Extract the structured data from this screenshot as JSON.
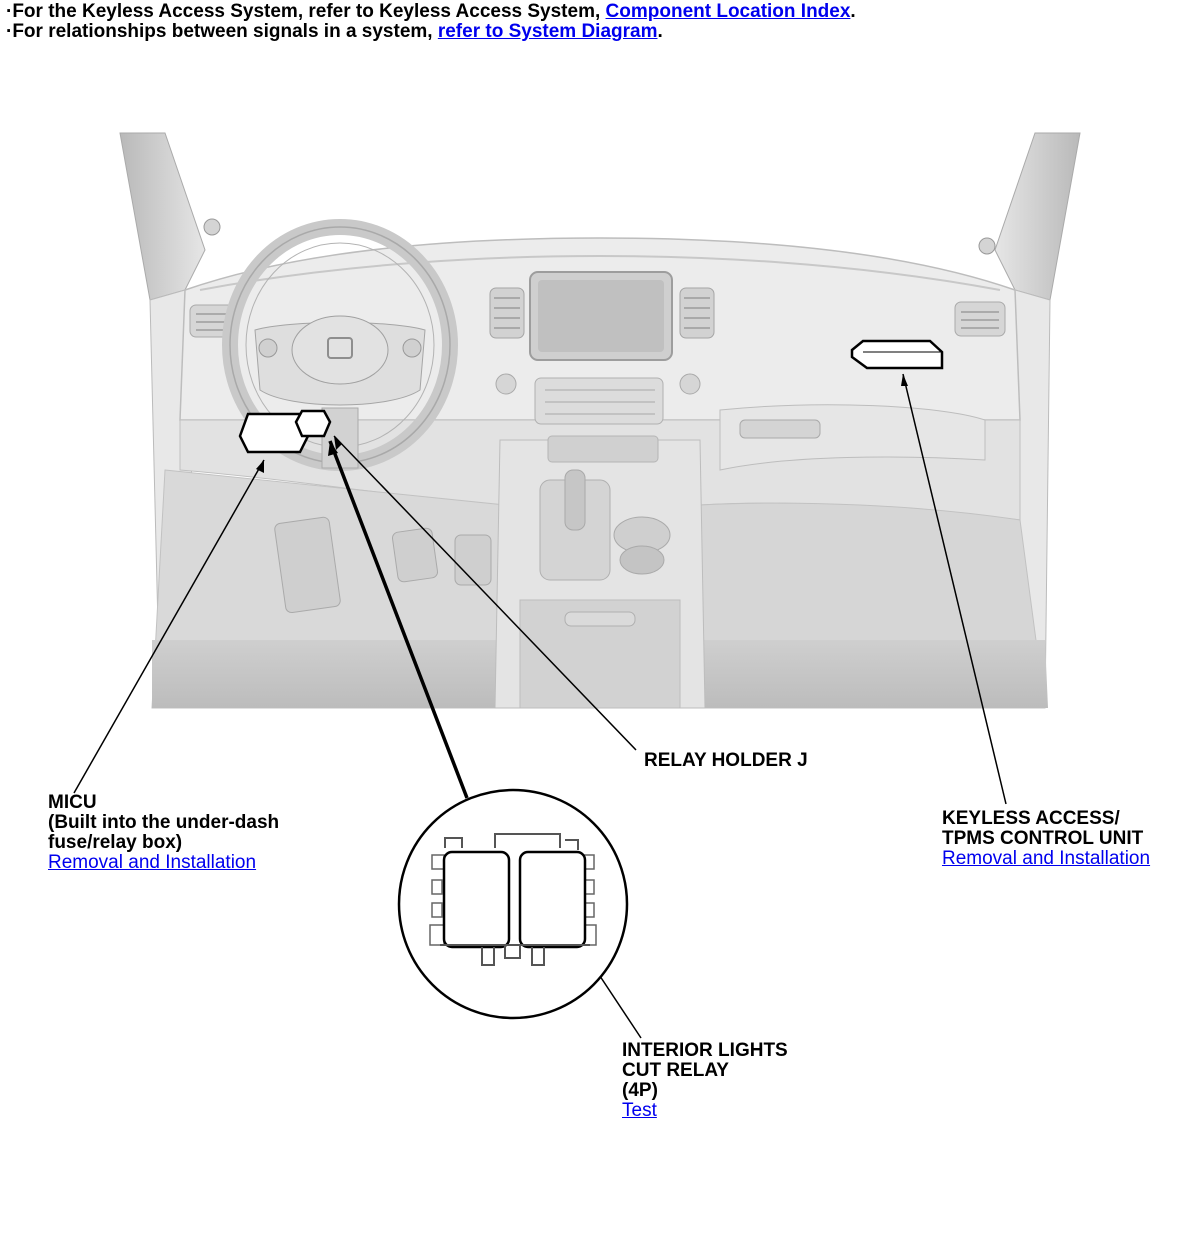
{
  "notes": {
    "line1_prefix": "·For the Keyless Access System, refer to Keyless Access System, ",
    "line1_link": "Component Location Index",
    "line1_suffix": ".",
    "line2_prefix": "·For relationships between signals in a system, ",
    "line2_link": "refer to System Diagram",
    "line2_suffix": "."
  },
  "callouts": {
    "micu": {
      "line1": "MICU",
      "line2": "(Built into the under-dash",
      "line3": "fuse/relay box)",
      "link": "Removal and Installation"
    },
    "relay_holder": {
      "line1": "RELAY HOLDER J"
    },
    "keyless": {
      "line1": "KEYLESS ACCESS/",
      "line2": "TPMS CONTROL UNIT",
      "link": "Removal and Installation"
    },
    "interior_relay": {
      "line1": "INTERIOR LIGHTS",
      "line2": "CUT RELAY",
      "line3": "(4P)",
      "link": "Test"
    }
  },
  "colors": {
    "link": "#0000ee",
    "dash_light": "#ececec",
    "dash_mid": "#d6d6d6",
    "dash_dark": "#bdbdbd",
    "floor": "#c4c4c4"
  }
}
